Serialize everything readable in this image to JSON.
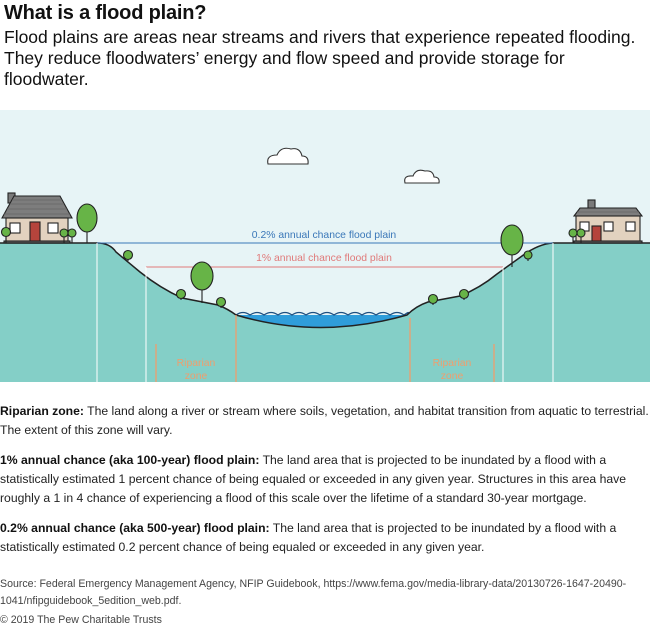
{
  "header": {
    "title": "What is a flood plain?",
    "subtitle": "Flood plains are areas near streams and rivers that experience repeated flooding. They reduce floodwaters’ energy and flow speed and provide storage for floodwater."
  },
  "diagram": {
    "labels": {
      "flood_500": "0.2% annual chance flood plain",
      "flood_100": "1% annual chance flood plain",
      "riparian_left_1": "Riparian",
      "riparian_left_2": "zone",
      "riparian_right_1": "Riparian",
      "riparian_right_2": "zone"
    },
    "colors": {
      "sky": "#e7f4f6",
      "land": "#84cfc7",
      "water": "#2f9dda",
      "flood_500_line": "#3a77b8",
      "flood_100_line": "#e07a7a",
      "riparian": "#ef9e6d",
      "tree": "#67b447",
      "outline": "#222222"
    }
  },
  "definitions": [
    {
      "term": "Riparian zone:",
      "text": " The land along a river or stream where soils, vegetation, and habitat transition from aquatic to terrestrial. The extent of this zone will vary."
    },
    {
      "term": "1% annual chance (aka 100-year) flood plain:",
      "text": " The land area that is projected to be inundated by a flood with a statistically estimated 1 percent chance of being equaled or exceeded in any given year. Structures in this area have roughly a 1 in 4 chance of experiencing a flood of this scale over the lifetime of a standard 30-year mortgage."
    },
    {
      "term": "0.2% annual chance (aka 500-year) flood plain:",
      "text": " The land area that is projected to be inundated by a flood with a statistically estimated 0.2 percent chance of being equaled or exceeded in any given year."
    }
  ],
  "footer": {
    "source": "Source: Federal Emergency Management Agency, NFIP Guidebook, https://www.fema.gov/media-library-data/20130726-1647-20490-1041/nfipguidebook_5edition_web.pdf.",
    "copyright": "© 2019 The Pew Charitable Trusts"
  }
}
